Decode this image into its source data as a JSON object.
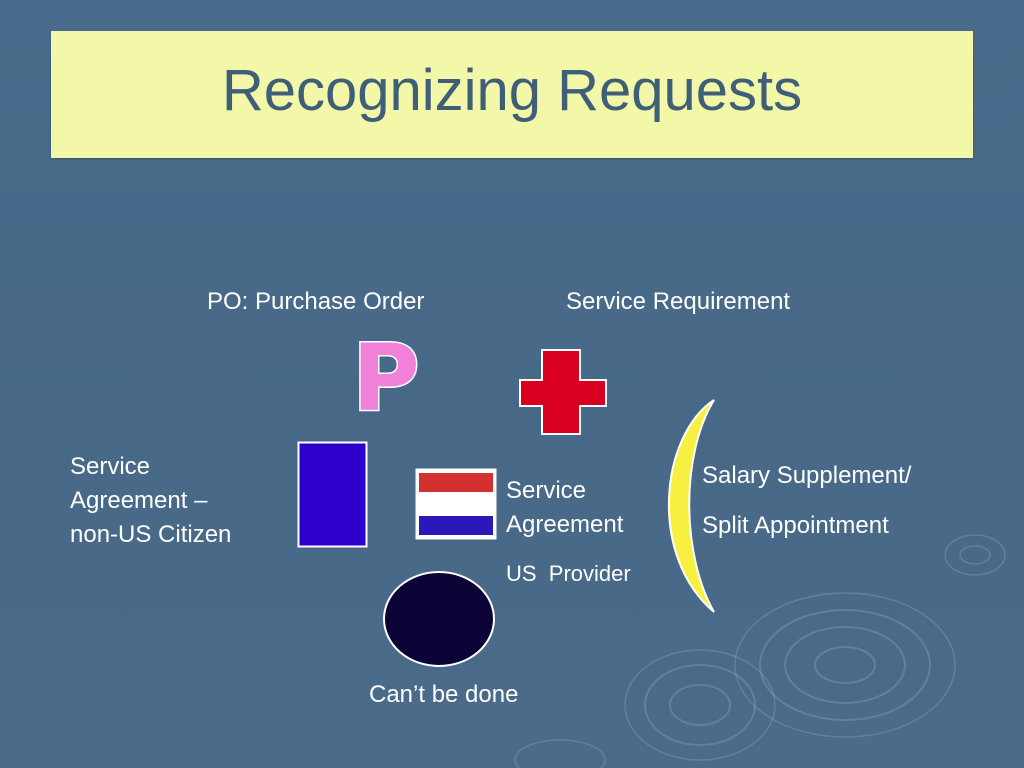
{
  "slide": {
    "title": "Recognizing Requests",
    "labels": {
      "po": "PO: Purchase Order",
      "service_requirement": "Service Requirement",
      "service_agreement_non_us": [
        "Service",
        "Agreement –",
        "non-US Citizen"
      ],
      "service_agreement_us": [
        "Service",
        "Agreement"
      ],
      "us_provider": "US  Provider",
      "salary_supplement": "Salary Supplement/",
      "split_appointment": "Split Appointment",
      "cant_be_done": "Can’t be done"
    },
    "symbols": {
      "po_letter": "P"
    },
    "colors": {
      "background": "#476987",
      "title_band": "#f3f7a8",
      "title_text": "#3f5f78",
      "p_letter": "#f080d8",
      "red_cross": "#d8001e",
      "blue_rectangle": "#2e00cc",
      "flag_red": "#d43030",
      "flag_blue": "#2a18b8",
      "moon": "#f8f040",
      "dark_circle": "#0c0436"
    }
  }
}
